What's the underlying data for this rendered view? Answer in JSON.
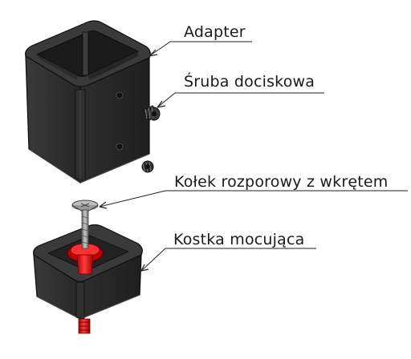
{
  "labels": {
    "adapter": "Adapter",
    "sruba": "Śruba dociskowa",
    "kolek": "Kołek rozporowy z wkrętem",
    "kostka": "Kostka mocująca"
  },
  "colors": {
    "part_dark": "#2a2a2a",
    "part_edge": "#0d0d0d",
    "part_light": "#4a4a4a",
    "plug_red": "#e01515",
    "screw_grey": "#8c8c8c",
    "leader_line": "#222222"
  }
}
